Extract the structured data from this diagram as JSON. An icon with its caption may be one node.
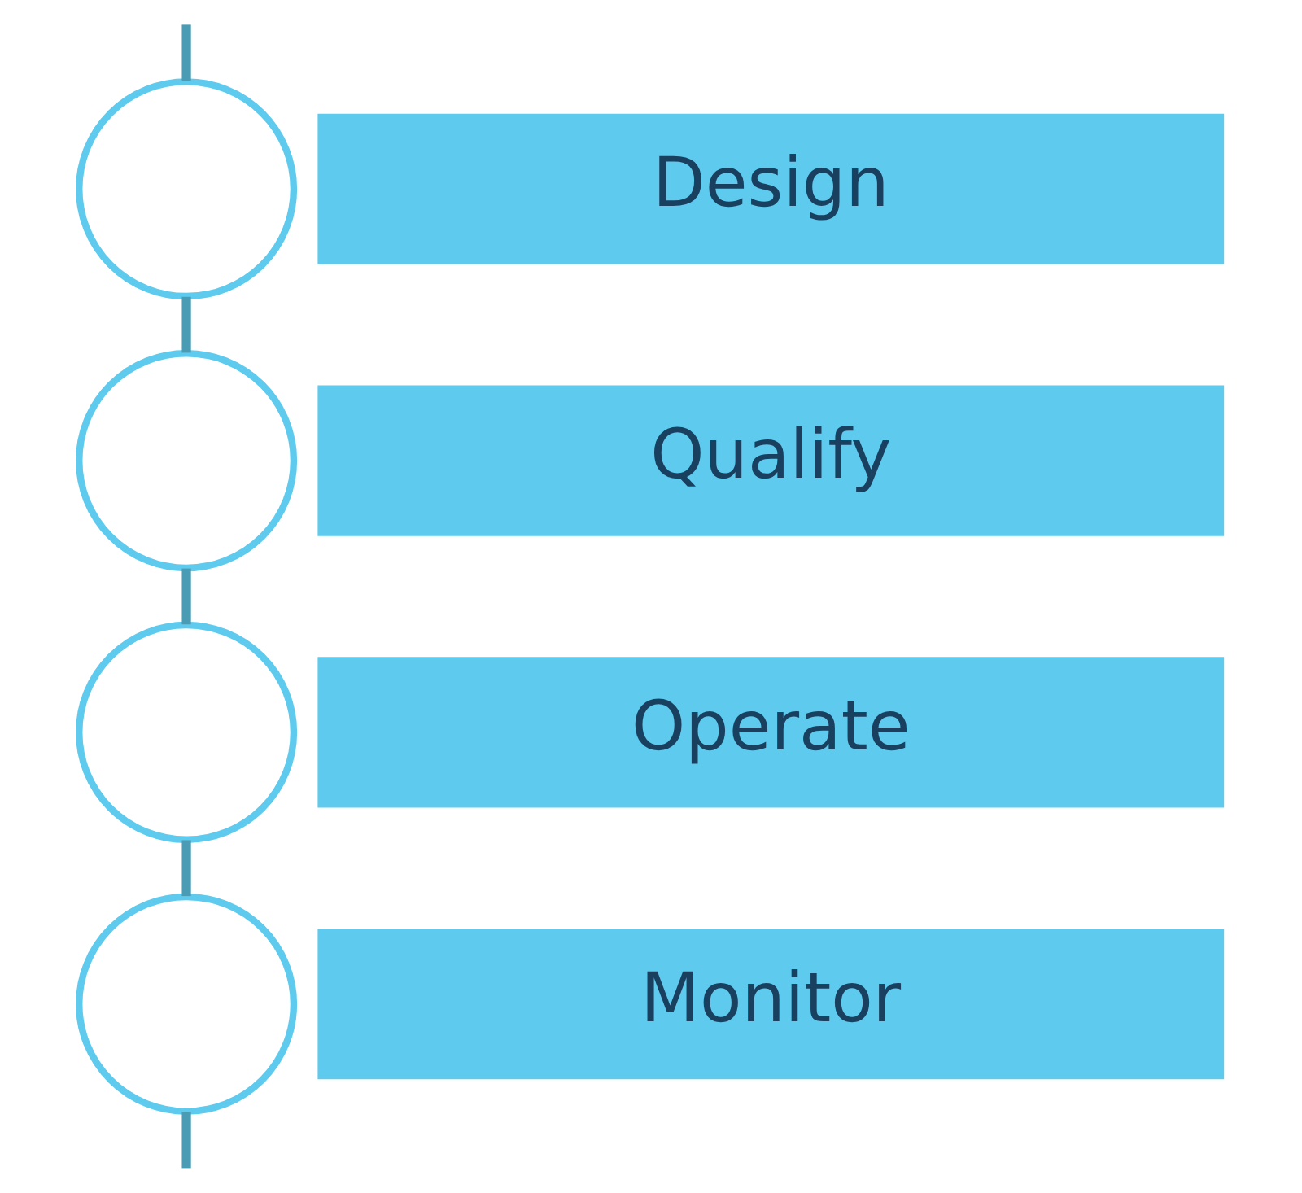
{
  "diagram": {
    "nodes": [
      {
        "text": [
          "Design"
        ]
      },
      {
        "text": [
          "Qualify"
        ]
      },
      {
        "text": [
          "Operate"
        ]
      },
      {
        "text": [
          "Monitor"
        ]
      },
      {
        "text": [],
        "shape": "circle"
      },
      {
        "text": [],
        "shape": "circle"
      },
      {
        "text": [],
        "shape": "circle"
      },
      {
        "text": [],
        "shape": "circle"
      }
    ],
    "edges": [
      {
        "from": null,
        "to": 4,
        "arrow": "none"
      },
      {
        "from": 4,
        "to": 5,
        "arrow": "none"
      },
      {
        "from": 5,
        "to": 6,
        "arrow": "none"
      },
      {
        "from": 6,
        "to": 7,
        "arrow": "none"
      },
      {
        "from": 7,
        "to": null,
        "arrow": "none"
      }
    ]
  }
}
